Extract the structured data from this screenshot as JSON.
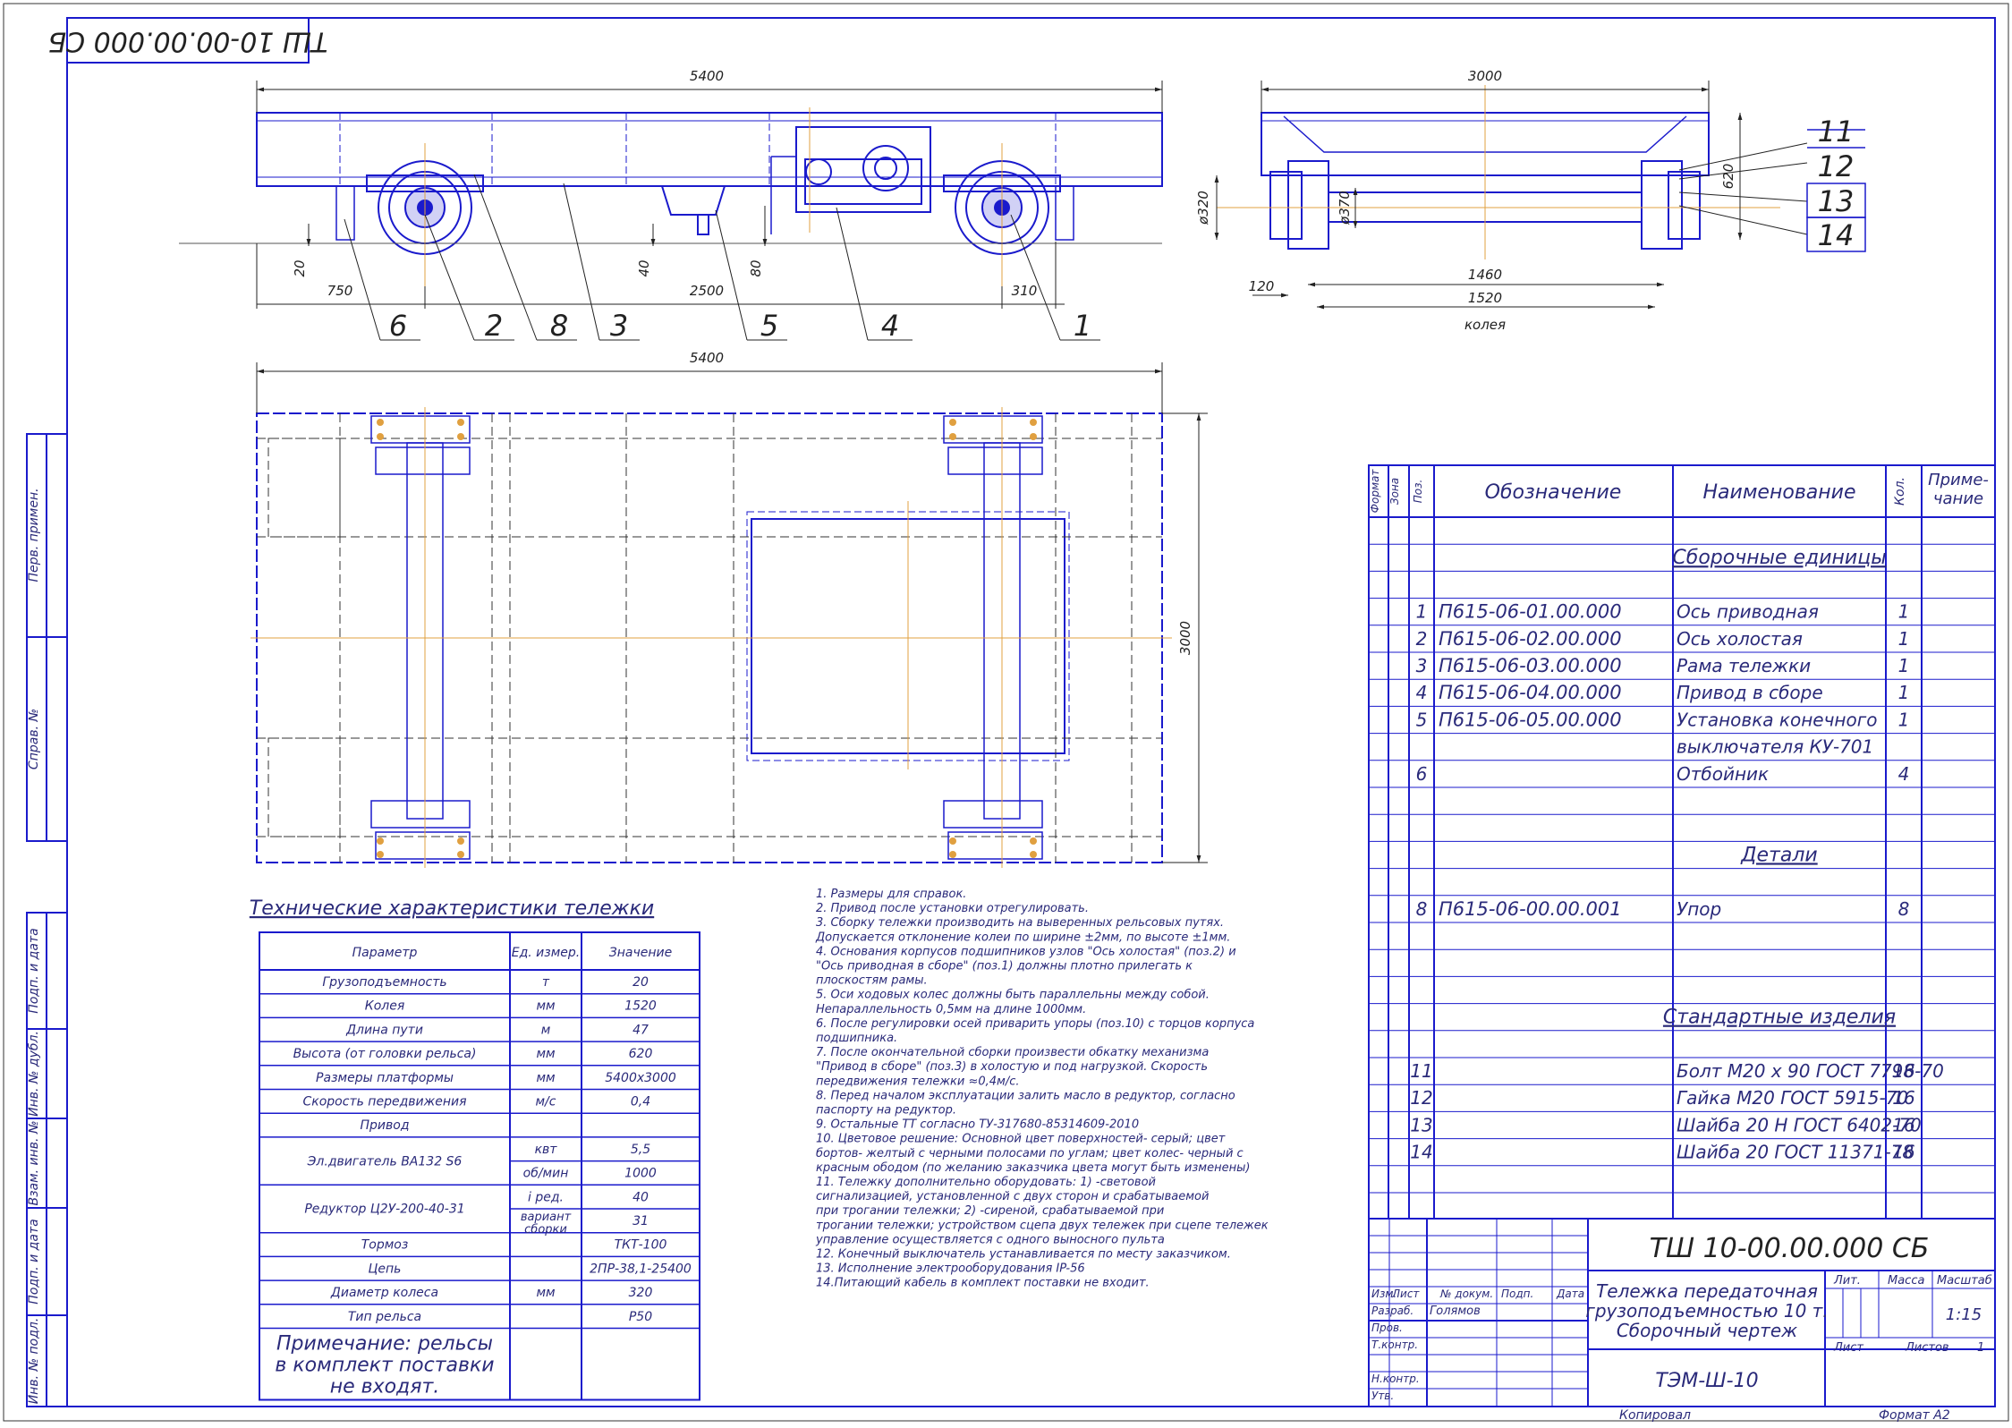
{
  "stamp_code": "ТШ 10-00.00.000 СБ",
  "dimensions": {
    "overall_length": "5400",
    "overall_width": "3000",
    "overall_length_plan": "5400",
    "plan_width": "3000",
    "wheel_dia": "ø320",
    "axle_dia": "ø370",
    "height": "620",
    "inner_span": "1460",
    "gauge": "1520",
    "gauge_label": "колея",
    "side_120": "120",
    "d20": "20",
    "d750": "750",
    "d40": "40",
    "d2500": "2500",
    "d80": "80",
    "d310": "310"
  },
  "callouts_side": [
    "6",
    "2",
    "8",
    "3",
    "5",
    "4",
    "1"
  ],
  "callouts_end": [
    "11",
    "12",
    "13",
    "14"
  ],
  "left_margin": [
    "Перв. примен.",
    "Справ. №",
    "Подп. и дата",
    "Инв. № дубл.",
    "Взам. инв. №",
    "Подп. и дата",
    "Инв. № подл."
  ],
  "tech": {
    "title": "Технические характеристики тележки",
    "headers": [
      "Параметр",
      "Ед. измер.",
      "Значение"
    ],
    "rows": [
      [
        "Грузоподъемность",
        "т",
        "20"
      ],
      [
        "Колея",
        "мм",
        "1520"
      ],
      [
        "Длина пути",
        "м",
        "47"
      ],
      [
        "Высота (от головки рельса)",
        "мм",
        "620"
      ],
      [
        "Размеры платформы",
        "мм",
        "5400х3000"
      ],
      [
        "Скорость передвижения",
        "м/с",
        "0,4"
      ],
      [
        "Привод",
        "",
        ""
      ],
      [
        "Эл.двигатель ВА132 S6",
        "квт",
        "5,5"
      ],
      [
        "",
        "об/мин",
        "1000"
      ],
      [
        "Редуктор Ц2У-200-40-31",
        "i ред.",
        "40"
      ],
      [
        "",
        "вариант сборки",
        "31"
      ],
      [
        "Тормоз",
        "",
        "ТКТ-100"
      ],
      [
        "Цепь",
        "",
        "2ПР-38,1-25400"
      ],
      [
        "Диаметр колеса",
        "мм",
        "320"
      ],
      [
        "Тип рельса",
        "",
        "Р50"
      ]
    ],
    "note": [
      "Примечание: рельсы",
      "в комплект поставки",
      "не входят."
    ]
  },
  "notes": [
    "1. Размеры для справок.",
    "2. Привод после установки отрегулировать.",
    "3. Сборку тележки производить на выверенных рельсовых путях.",
    "  Допускается отклонение колеи по ширине ±2мм, по высоте ±1мм.",
    "4. Основания корпусов подшипников узлов \"Ось холостая\" (поз.2) и",
    "\"Ось приводная в сборе\" (поз.1) должны плотно прилегать к",
    "плоскостям рамы.",
    "5. Оси ходовых колес должны быть параллельны между собой.",
    "  Непараллельность 0,5мм на длине 1000мм.",
    "6. После регулировки осей приварить упоры (поз.10) с торцов корпуса",
    "  подшипника.",
    "7. После окончательной сборки произвести обкатку механизма",
    "  \"Привод в сборе\" (поз.3) в холостую и под нагрузкой. Скорость",
    "  передвижения тележки ≈0,4м/с.",
    "8. Перед началом эксплуатации залить масло в редуктор, согласно",
    "  паспорту на редуктор.",
    "9. Остальные ТТ согласно ТУ-317680-85314609-2010",
    "10. Цветовое решение: Основной цвет поверхностей- серый; цвет",
    "бортов- желтый с черными полосами по углам; цвет колес- черный с",
    "красным ободом (по желанию заказчика цвета могут быть изменены)",
    "11. Тележку дополнительно оборудовать: 1) -световой",
    "сигнализацией, установленной с двух сторон и срабатываемой",
    "при трогании тележки; 2) -сиреной, срабатываемой при",
    "трогании тележки; устройством сцепа двух тележек при сцепе тележек",
    "управление осуществляется с одного выносного пульта",
    "12. Конечный выключатель устанавливается по месту заказчиком.",
    "13. Исполнение электрооборудования IP-56",
    "14.Питающий кабель в комплект поставки не входит."
  ],
  "spec": {
    "col_headers": [
      "Формат",
      "Зона",
      "Поз.",
      "Обозначение",
      "Наименование",
      "Кол.",
      "Приме-",
      "чание"
    ],
    "sections": {
      "assemblies": "Сборочные единицы",
      "parts": "Детали",
      "standard": "Стандартные изделия"
    },
    "rows": [
      {
        "pos": "1",
        "code": "П615-06-01.00.000",
        "name": "Ось приводная",
        "qty": "1"
      },
      {
        "pos": "2",
        "code": "П615-06-02.00.000",
        "name": "Ось холостая",
        "qty": "1"
      },
      {
        "pos": "3",
        "code": "П615-06-03.00.000",
        "name": "Рама тележки",
        "qty": "1"
      },
      {
        "pos": "4",
        "code": "П615-06-04.00.000",
        "name": "Привод в сборе",
        "qty": "1"
      },
      {
        "pos": "5",
        "code": "П615-06-05.00.000",
        "name": "Установка конечного",
        "qty": "1"
      },
      {
        "pos": "",
        "code": "",
        "name": "выключателя КУ-701",
        "qty": ""
      },
      {
        "pos": "6",
        "code": "",
        "name": "Отбойник",
        "qty": "4"
      },
      {
        "pos": "8",
        "code": "П615-06-00.00.001",
        "name": "Упор",
        "qty": "8"
      },
      {
        "pos": "11",
        "code": "",
        "name": "Болт М20 х 90 ГОСТ 7798-70",
        "qty": "16"
      },
      {
        "pos": "12",
        "code": "",
        "name": "Гайка М20 ГОСТ 5915-70",
        "qty": "16"
      },
      {
        "pos": "13",
        "code": "",
        "name": "Шайба 20 Н ГОСТ 6402-70",
        "qty": "16"
      },
      {
        "pos": "14",
        "code": "",
        "name": "Шайба 20 ГОСТ 11371-78",
        "qty": "16"
      }
    ]
  },
  "title_block": {
    "doc_code": "ТШ 10-00.00.000 СБ",
    "name_lines": [
      "Тележка передаточная",
      "грузоподъемностью 10 т.",
      "Сборочный чертеж"
    ],
    "org": "ТЭМ-Ш-10",
    "labels": {
      "izm": "Изм.",
      "list": "Лист",
      "doc": "№ докум.",
      "podp": "Подп.",
      "data": "Дата",
      "razrab": "Разраб.",
      "prov": "Пров.",
      "tkontr": "Т.контр.",
      "nkontr": "Н.контр.",
      "utv": "Утв.",
      "lit": "Лит.",
      "massa": "Масса",
      "masshtab": "Масштаб",
      "list2": "Лист",
      "listov": "Листов"
    },
    "developer": "Голямов",
    "scale": "1:15",
    "sheets": "1",
    "copied": "Копировал",
    "format": "Формат   А2"
  },
  "colors": {
    "ink": "#1a1acc",
    "frame": "#222288",
    "axis": "#e0a040",
    "text": "#2a2a7a"
  }
}
